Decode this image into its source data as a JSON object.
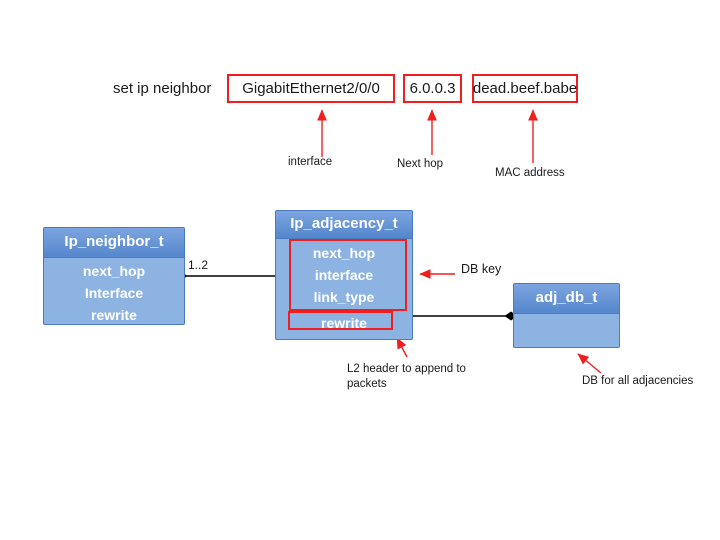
{
  "command": {
    "prefix": "set ip neighbor",
    "args": [
      {
        "value": "GigabitEthernet2/0/0",
        "label": "interface"
      },
      {
        "value": "6.0.0.3",
        "label": "Next hop"
      },
      {
        "value": "dead.beef.babe",
        "label": "MAC address"
      }
    ]
  },
  "entities": {
    "ip_neighbor": {
      "title": "Ip_neighbor_t",
      "fields": [
        "next_hop",
        "Interface",
        "rewrite"
      ]
    },
    "ip_adjacency": {
      "title": "Ip_adjacency_t",
      "fields": [
        "next_hop",
        "interface",
        "link_type",
        "rewrite"
      ]
    },
    "adj_db": {
      "title": "adj_db_t"
    }
  },
  "connections": {
    "neighbor_to_adjacency_multiplicity": "1..2"
  },
  "annotations": {
    "db_key": "DB key",
    "l2_note_line1": "L2 header to append to",
    "l2_note_line2": "packets",
    "adj_db_note": "DB for all adjacencies"
  },
  "colors": {
    "annotation_red": "#ef1f1f",
    "entity_header_blue": "#6191d4",
    "entity_body_blue": "#8db3e2",
    "entity_border_blue": "#4a7abf",
    "connector_black": "#000000"
  }
}
